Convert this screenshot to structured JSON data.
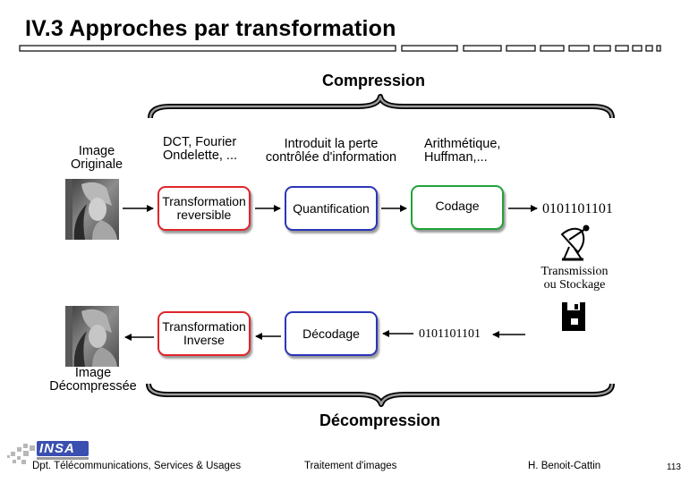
{
  "slide": {
    "title": "IV.3 Approches par transformation",
    "page_number": "113"
  },
  "compression": {
    "label": "Compression",
    "input_label_line1": "Image",
    "input_label_line2": "Originale",
    "desc_transform_line1": "DCT, Fourier",
    "desc_transform_line2": "Ondelette, ...",
    "desc_quant_line1": "Introduit la perte",
    "desc_quant_line2": "contrôlée d'information",
    "desc_coding_line1": "Arithmétique,",
    "desc_coding_line2": "Huffman,...",
    "box_transform_line1": "Transformation",
    "box_transform_line2": "reversible",
    "box_quant": "Quantification",
    "box_coding": "Codage",
    "output_bits": "0101101101"
  },
  "transmission": {
    "label_line1": "Transmission",
    "label_line2": "ou Stockage"
  },
  "decompression": {
    "label": "Décompression",
    "input_bits": "0101101101",
    "box_decoding": "Décodage",
    "box_inverse_line1": "Transformation",
    "box_inverse_line2": "Inverse",
    "output_label_line1": "Image",
    "output_label_line2": "Décompressée"
  },
  "footer": {
    "logo_text": "INSA",
    "department": "Dpt. Télécommunications, Services & Usages",
    "course": "Traitement d'images",
    "author": "H. Benoit-Cattin"
  },
  "colors": {
    "red": "#e0252a",
    "blue": "#2a36b8",
    "green": "#22a23a",
    "logo_blue": "#3a4fb0"
  }
}
